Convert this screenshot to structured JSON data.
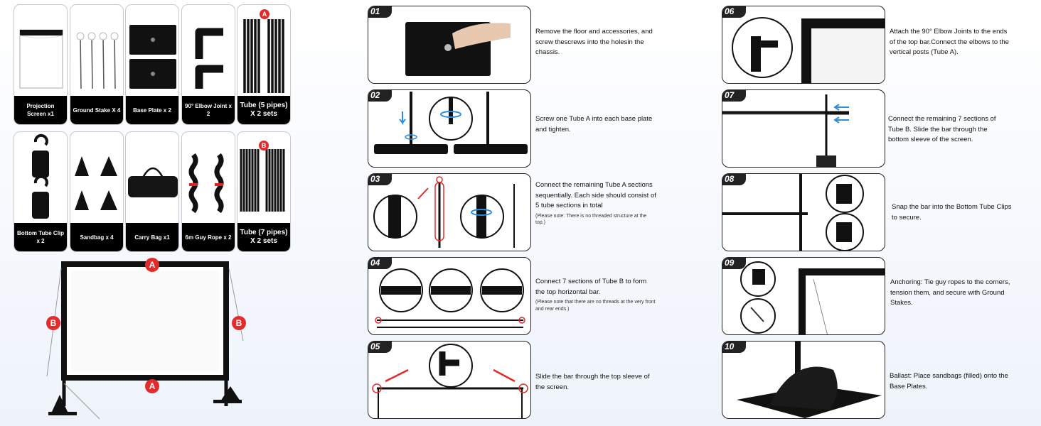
{
  "parts": [
    {
      "label": "Projection Screen x1"
    },
    {
      "label": "Ground Stake X 4"
    },
    {
      "label": "Base Plate x 2"
    },
    {
      "label": "90° Elbow Joint x 2"
    },
    {
      "label": "Tube (5 pipes) X 2 sets",
      "badge": "A"
    },
    {
      "label": "Bottom Tube Clip x 2"
    },
    {
      "label": "Sandbag x 4"
    },
    {
      "label": "Carry Bag x1"
    },
    {
      "label": "6m Guy Rope x 2"
    },
    {
      "label": "Tube (7 pipes) X 2 sets",
      "badge": "B"
    }
  ],
  "assembly_badges": {
    "top": "A",
    "bottom": "A",
    "left": "B",
    "right": "B"
  },
  "steps": [
    {
      "num": "01",
      "text": "Remove the floor and accessories, and screw thescrews into the holesin the chassis.",
      "note": ""
    },
    {
      "num": "02",
      "text": "Screw one Tube A into each base plate and tighten.",
      "note": ""
    },
    {
      "num": "03",
      "text": "Connect the remaining Tube A sections sequentially. Each side should consist of 5 tube sections in total",
      "note": "(Please note: There is no threaded structure at the top.)"
    },
    {
      "num": "04",
      "text": "Connect 7 sections of Tube B to form the top horizontal bar.",
      "note": "(Please note that there are no threads at the very front and rear ends.)"
    },
    {
      "num": "05",
      "text": "Slide the bar through the top sleeve of the screen.",
      "note": ""
    },
    {
      "num": "06",
      "text": "Attach the 90° Elbow Joints to the ends of the top bar.Connect the elbows to the vertical posts (Tube A).",
      "note": ""
    },
    {
      "num": "07",
      "text": "Connect the remaining 7 sections of Tube B. Slide the bar through the bottom sleeve of the screen.",
      "note": ""
    },
    {
      "num": "08",
      "text": "Snap the bar into the Bottom Tube Clips to secure.",
      "note": ""
    },
    {
      "num": "09",
      "text": "Anchoring: Tie guy ropes to the corners, tension them, and secure with Ground Stakes.",
      "note": ""
    },
    {
      "num": "10",
      "text": "Ballast: Place sandbags (filled) onto the Base Plates.",
      "note": ""
    }
  ],
  "colors": {
    "accent": "#e32b2b",
    "dark": "#111111",
    "arrow_blue": "#2a8de0"
  }
}
